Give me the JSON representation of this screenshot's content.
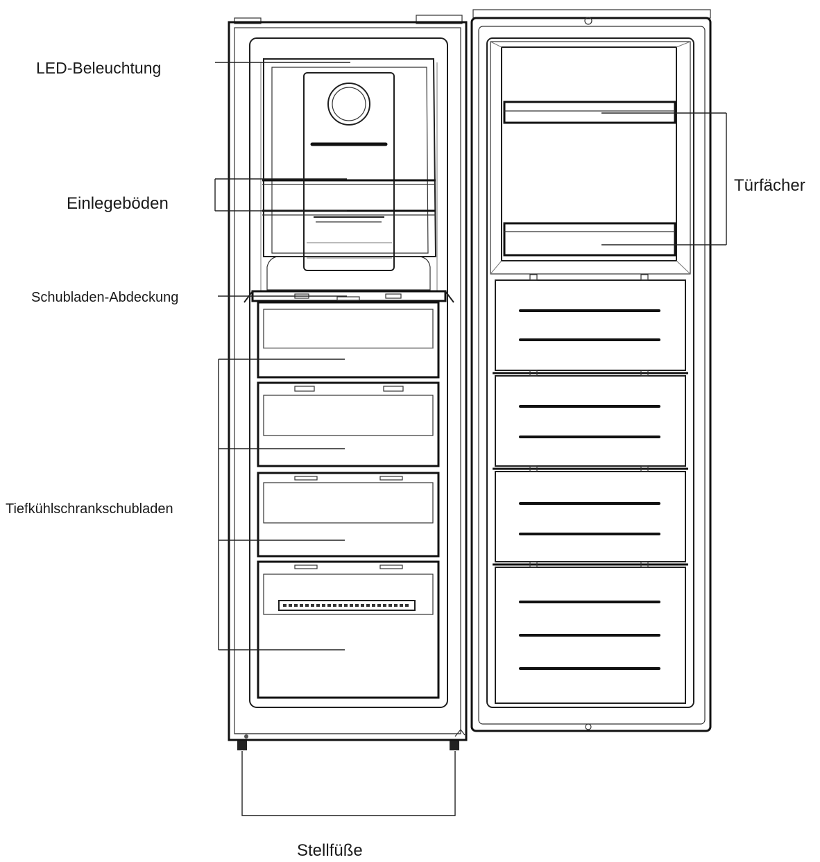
{
  "labels": {
    "led": "LED-Beleuchtung",
    "shelves": "Einlegeböden",
    "drawer_cover": "Schubladen-Abdeckung",
    "freezer_drawers": "Tiefkühlschrankschubladen",
    "door_shelves": "Türfächer",
    "feet": "Stellfüße"
  }
}
